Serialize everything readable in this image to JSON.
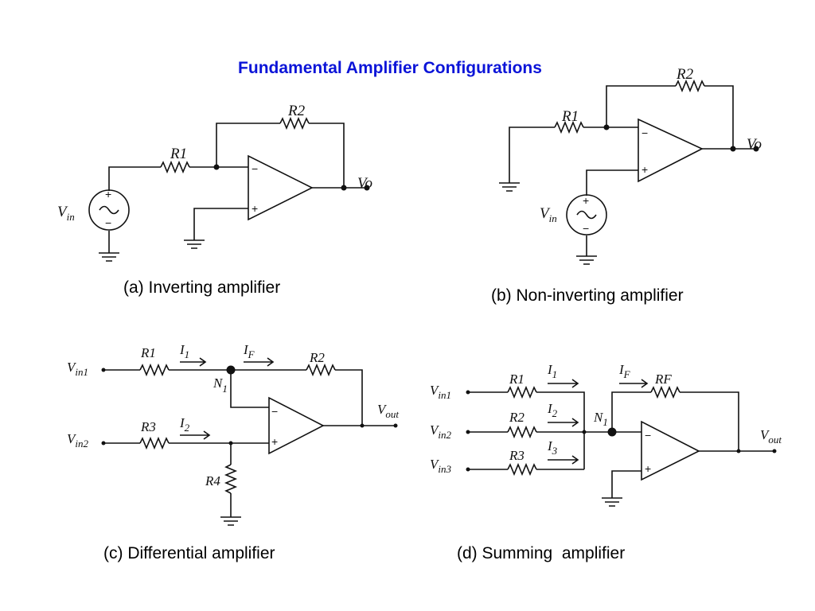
{
  "title": "Fundamental Amplifier Configurations",
  "captions": {
    "a": "(a) Inverting amplifier",
    "b": "(b) Non-inverting amplifier",
    "c": "(c) Differential amplifier",
    "d": "(d) Summing  amplifier"
  },
  "circuit_a": {
    "r1": "R1",
    "r2": "R2",
    "vin": "V",
    "vin_sub": "in",
    "vo": "Vo",
    "plus": "+",
    "minus": "−"
  },
  "circuit_b": {
    "r1": "R1",
    "r2": "R2",
    "vin": "V",
    "vin_sub": "in",
    "vo": "Vo",
    "plus": "+",
    "minus": "−"
  },
  "circuit_c": {
    "vin1": "V",
    "vin1_sub": "in1",
    "vin2": "V",
    "vin2_sub": "in2",
    "r1": "R1",
    "r2": "R2",
    "r3": "R3",
    "r4": "R4",
    "i1": "I",
    "i1_sub": "1",
    "if": "I",
    "if_sub": "F",
    "i2": "I",
    "i2_sub": "2",
    "n1": "N",
    "n1_sub": "1",
    "vout": "V",
    "vout_sub": "out",
    "plus": "+",
    "minus": "−"
  },
  "circuit_d": {
    "vin1": "V",
    "vin1_sub": "in1",
    "vin2": "V",
    "vin2_sub": "in2",
    "vin3": "V",
    "vin3_sub": "in3",
    "r1": "R1",
    "r2": "R2",
    "r3": "R3",
    "rf": "RF",
    "i1": "I",
    "i1_sub": "1",
    "i2": "I",
    "i2_sub": "2",
    "i3": "I",
    "i3_sub": "3",
    "if": "I",
    "if_sub": "F",
    "n1": "N",
    "n1_sub": "1",
    "vout": "V",
    "vout_sub": "out",
    "plus": "+",
    "minus": "−"
  }
}
